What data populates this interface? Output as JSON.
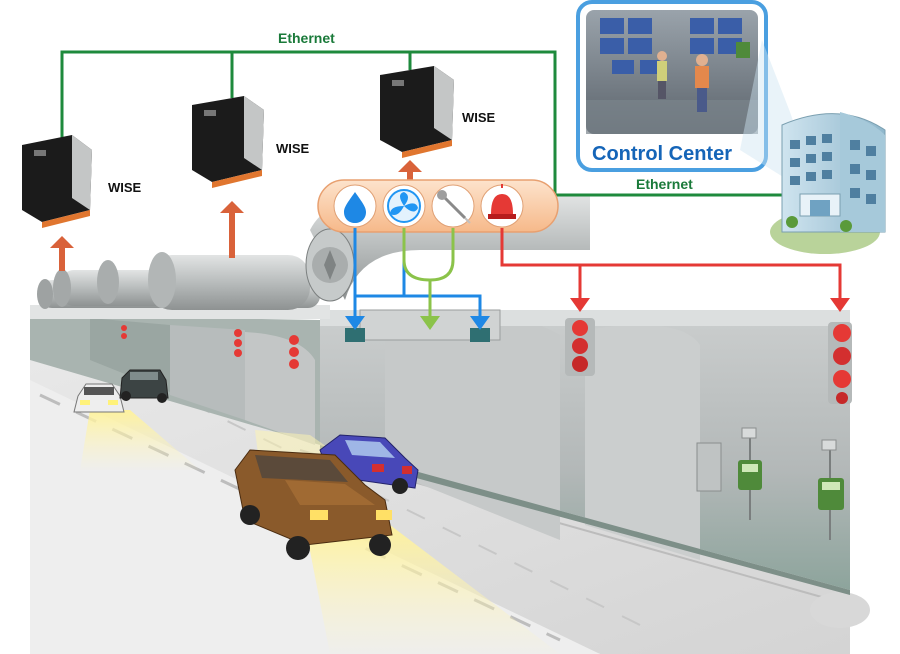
{
  "labels": {
    "network_top": "Ethernet",
    "network_right": "Ethernet",
    "controller_1": "WISE",
    "controller_2": "WISE",
    "controller_3": "WISE",
    "control_center": "Control Center"
  },
  "sensors": [
    {
      "name": "water-drop-icon",
      "color": "#1e88e5"
    },
    {
      "name": "fan-icon",
      "color": "#2196f3"
    },
    {
      "name": "temperature-probe-icon",
      "color": "#9e9e9e"
    },
    {
      "name": "alarm-light-icon",
      "color": "#e53935"
    }
  ],
  "colors": {
    "ethernet": "#1e8a3c",
    "uplink_arrow": "#d9623a",
    "water_fan_flow": "#1e88e5",
    "temperature_flow": "#8bc34a",
    "alarm_flow": "#e53935",
    "control_center_frame": "#4a9fe0",
    "control_center_text": "#1565b8"
  }
}
